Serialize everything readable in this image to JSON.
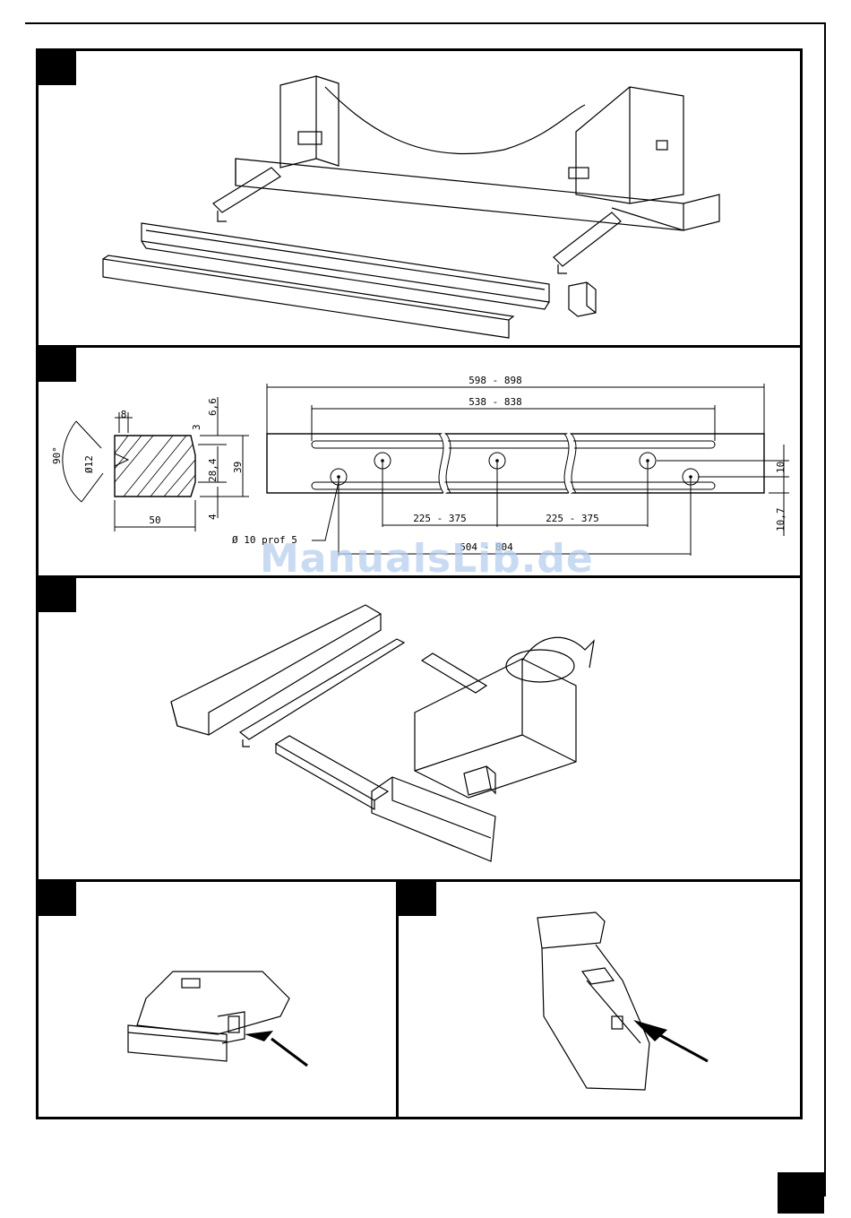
{
  "dimensions": {
    "total_width": "598 - 898",
    "slot_length": "538 - 838",
    "hole_spacing_left": "225 - 375",
    "hole_spacing_right": "225 - 375",
    "outer_hole_spacing": "504 - 804",
    "hole_spec": "Ø 10 prof 5",
    "hole_offset": "10",
    "edge_offset": "10,7",
    "angle": "90°",
    "bore_diameter": "Ø12",
    "profile_width": "50",
    "top_offset": "8",
    "dim_3": "3",
    "dim_6_6": "6,6",
    "dim_28_4": "28,4",
    "dim_39": "39",
    "dim_4": "4"
  },
  "watermark": "ManualsLib.de"
}
